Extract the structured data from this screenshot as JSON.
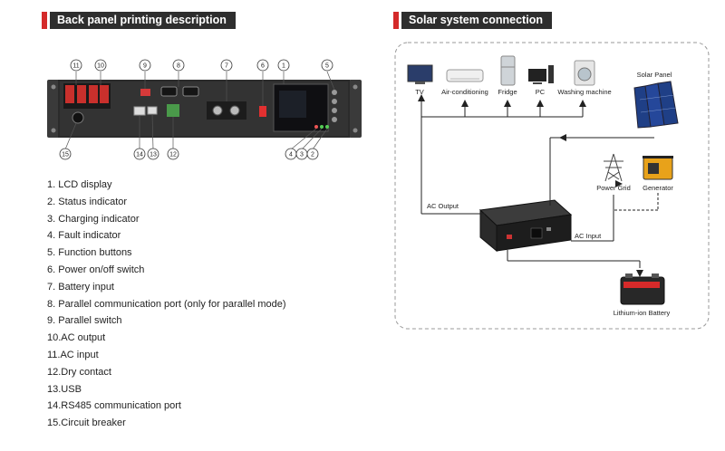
{
  "sections": {
    "left_title": "Back panel printing description",
    "right_title": "Solar system connection"
  },
  "callouts": [
    "11",
    "10",
    "9",
    "8",
    "7",
    "6",
    "1",
    "5",
    "15",
    "14",
    "13",
    "12",
    "4",
    "3",
    "2"
  ],
  "legend": [
    "1.  LCD display",
    "2.  Status indicator",
    "3.  Charging indicator",
    "4.  Fault indicator",
    "5.  Function buttons",
    "6.  Power on/off switch",
    "7.  Battery input",
    "8.  Parallel communication port (only for parallel mode)",
    "9.  Parallel switch",
    "10.AC output",
    "11.AC input",
    "12.Dry contact",
    "13.USB",
    "14.RS485 communication port",
    "15.Circuit breaker"
  ],
  "system": {
    "appliances": [
      "TV",
      "Air-conditioning",
      "Fridge",
      "PC",
      "Washing machine"
    ],
    "solar_panel": "Solar Panel",
    "power_grid": "Power Grid",
    "generator": "Generator",
    "ac_output": "AC Output",
    "ac_input": "AC Input",
    "battery": "Lithium-ion Battery"
  },
  "colors": {
    "accent": "#d42a2a",
    "header_bg": "#2e2e2e",
    "device": "#2a2a2a"
  }
}
